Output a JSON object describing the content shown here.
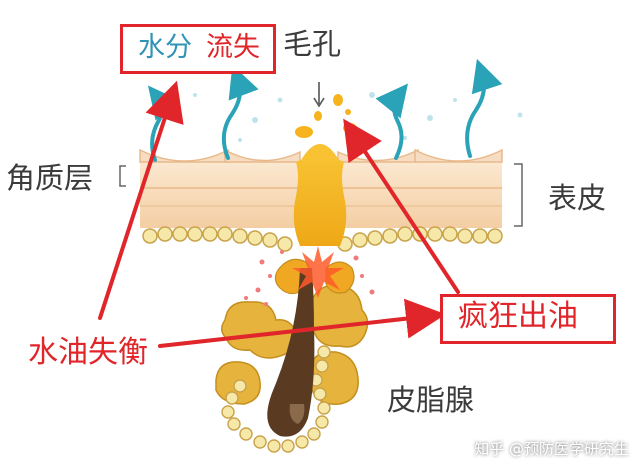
{
  "labels": {
    "title_water": "水分",
    "title_loss": "流失",
    "pore": "毛孔",
    "stratum_corneum": "角质层",
    "epidermis": "表皮",
    "sebaceous_gland": "皮脂腺",
    "water_oil_imbalance": "水油失衡",
    "crazy_oil": "疯狂出油"
  },
  "watermark": "知乎 @预防医学研究生",
  "colors": {
    "accent_red": "#e0262a",
    "water_teal": "#2aa3b8",
    "skin_beige": "#f7d8b0",
    "oil_gold": "#f3b71e",
    "gland_yellow": "#e2b43a",
    "hair_dark": "#5a3b22"
  }
}
